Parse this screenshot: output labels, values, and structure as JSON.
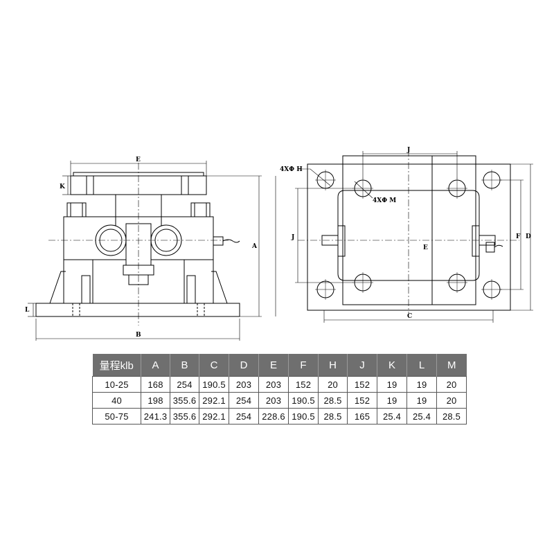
{
  "drawing": {
    "left_view_labels": {
      "E": "E",
      "K": "K",
      "A": "A",
      "L": "L",
      "B": "B"
    },
    "right_view_labels": {
      "J_top": "J",
      "hole_H": "4XΦ H",
      "hole_M": "4XΦ M",
      "J_side": "J",
      "E_center": "E",
      "F": "F",
      "D": "D",
      "C": "C"
    }
  },
  "table": {
    "headers": [
      "量程klb",
      "A",
      "B",
      "C",
      "D",
      "E",
      "F",
      "H",
      "J",
      "K",
      "L",
      "M"
    ],
    "rows": [
      [
        "10-25",
        "168",
        "254",
        "190.5",
        "203",
        "203",
        "152",
        "20",
        "152",
        "19",
        "19",
        "20"
      ],
      [
        "40",
        "198",
        "355.6",
        "292.1",
        "254",
        "203",
        "190.5",
        "28.5",
        "152",
        "19",
        "19",
        "20"
      ],
      [
        "50-75",
        "241.3",
        "355.6",
        "292.1",
        "254",
        "228.6",
        "190.5",
        "28.5",
        "165",
        "25.4",
        "25.4",
        "28.5"
      ]
    ]
  }
}
